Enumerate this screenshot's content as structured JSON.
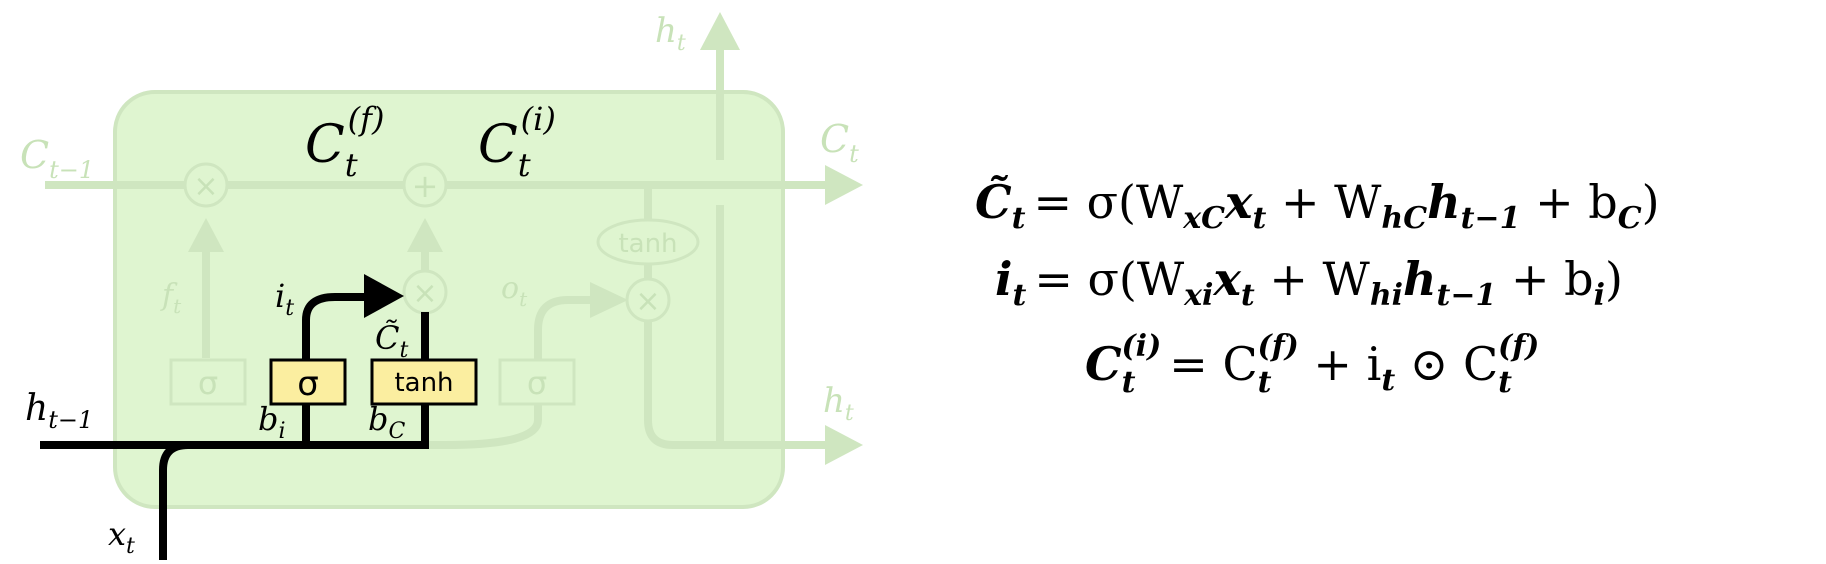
{
  "diagram": {
    "colors": {
      "cell_fill": "#dff5d0",
      "faded_line": "#cfe6c0",
      "faded_text": "#c8e2b8",
      "active_line": "#000000",
      "gate_box": "#fbeea0"
    },
    "labels": {
      "h_top": "h",
      "h_top_sub": "t",
      "c_prev": "C",
      "c_prev_sub": "t−1",
      "c_out": "C",
      "c_out_sub": "t",
      "h_right": "h",
      "h_right_sub": "t",
      "h_prev": "h",
      "h_prev_sub": "t−1",
      "x_in": "x",
      "x_in_sub": "t",
      "f_gate": "f",
      "f_gate_sub": "t",
      "i_gate": "i",
      "i_gate_sub": "t",
      "o_gate": "o",
      "o_gate_sub": "t",
      "ctilde": "C̃",
      "ctilde_sub": "t",
      "b_i": "b",
      "b_i_sub": "i",
      "b_c": "b",
      "b_c_sub": "C",
      "c_f": "C",
      "c_f_sub": "t",
      "c_f_sup": "(f)",
      "c_i": "C",
      "c_i_sub": "t",
      "c_i_sup": "(i)"
    },
    "ops": {
      "multiply": "×",
      "add": "+",
      "tanh_oval": "tanh"
    },
    "boxes": {
      "sigma": "σ",
      "tanh": "tanh"
    }
  },
  "equations": {
    "eq1": {
      "lhs": "C̃",
      "lhs_sub": "t",
      "rhs": "= σ(W",
      "w1_sub": "xC",
      "x": "x",
      "x_sub": "t",
      "plus1": " + W",
      "w2_sub": "hC",
      "h": "h",
      "h_sub": "t−1",
      "plus2": " + b",
      "b_sub": "C",
      "close": ")"
    },
    "eq2": {
      "lhs": "i",
      "lhs_sub": "t",
      "rhs": "= σ(W",
      "w1_sub": "xi",
      "x": "x",
      "x_sub": "t",
      "plus1": " + W",
      "w2_sub": "hi",
      "h": "h",
      "h_sub": "t−1",
      "plus2": " + b",
      "b_sub": "i",
      "close": ")"
    },
    "eq3": {
      "lhs": "C",
      "lhs_sub": "t",
      "lhs_sup": "(i)",
      "eq": "= C",
      "c_sub": "t",
      "c_sup": "(f)",
      "plus": " + i",
      "i_sub": "t",
      "odot": " ⊙ C",
      "c2_sub": "t",
      "c2_sup": "(f)"
    }
  }
}
